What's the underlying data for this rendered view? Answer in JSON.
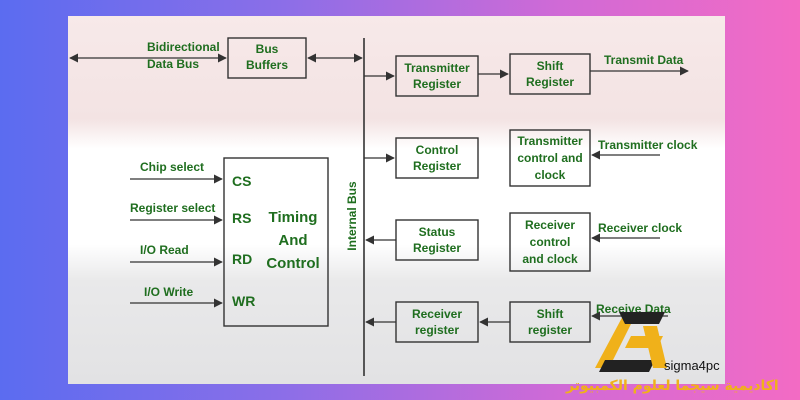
{
  "diagram": {
    "bidirectional_line1": "Bidirectional",
    "bidirectional_line2": "Data Bus",
    "bus_buffers_line1": "Bus",
    "bus_buffers_line2": "Buffers",
    "internal_bus": "Internal Bus",
    "transmitter_register_line1": "Transmitter",
    "transmitter_register_line2": "Register",
    "shift_register_top_line1": "Shift",
    "shift_register_top_line2": "Register",
    "transmit_data": "Transmit Data",
    "control_register_line1": "Control",
    "control_register_line2": "Register",
    "tx_control_line1": "Transmitter",
    "tx_control_line2": "control and",
    "tx_control_line3": "clock",
    "transmitter_clock": "Transmitter clock",
    "status_register_line1": "Status",
    "status_register_line2": "Register",
    "rx_control_line1": "Receiver",
    "rx_control_line2": "control",
    "rx_control_line3": "and clock",
    "receiver_clock": "Receiver clock",
    "receiver_register_line1": "Receiver",
    "receiver_register_line2": "register",
    "shift_register_bottom_line1": "Shift",
    "shift_register_bottom_line2": "register",
    "receive_data": "Receive Data",
    "chip_select": "Chip select",
    "register_select": "Register select",
    "io_read": "I/O Read",
    "io_write": "I/O Write",
    "pin_cs": "CS",
    "pin_rs": "RS",
    "pin_rd": "RD",
    "pin_wr": "WR",
    "timing_line1": "Timing",
    "timing_line2": "And",
    "timing_line3": "Control"
  },
  "brand": {
    "name": "sigma4pc",
    "tagline": "اكاديمية سيجما لعلوم الكمبيوتر",
    "colors": {
      "gold": "#f0b11a",
      "dark": "#222222"
    }
  },
  "colors": {
    "label_green": "#1f6e1f",
    "line": "#333333"
  }
}
